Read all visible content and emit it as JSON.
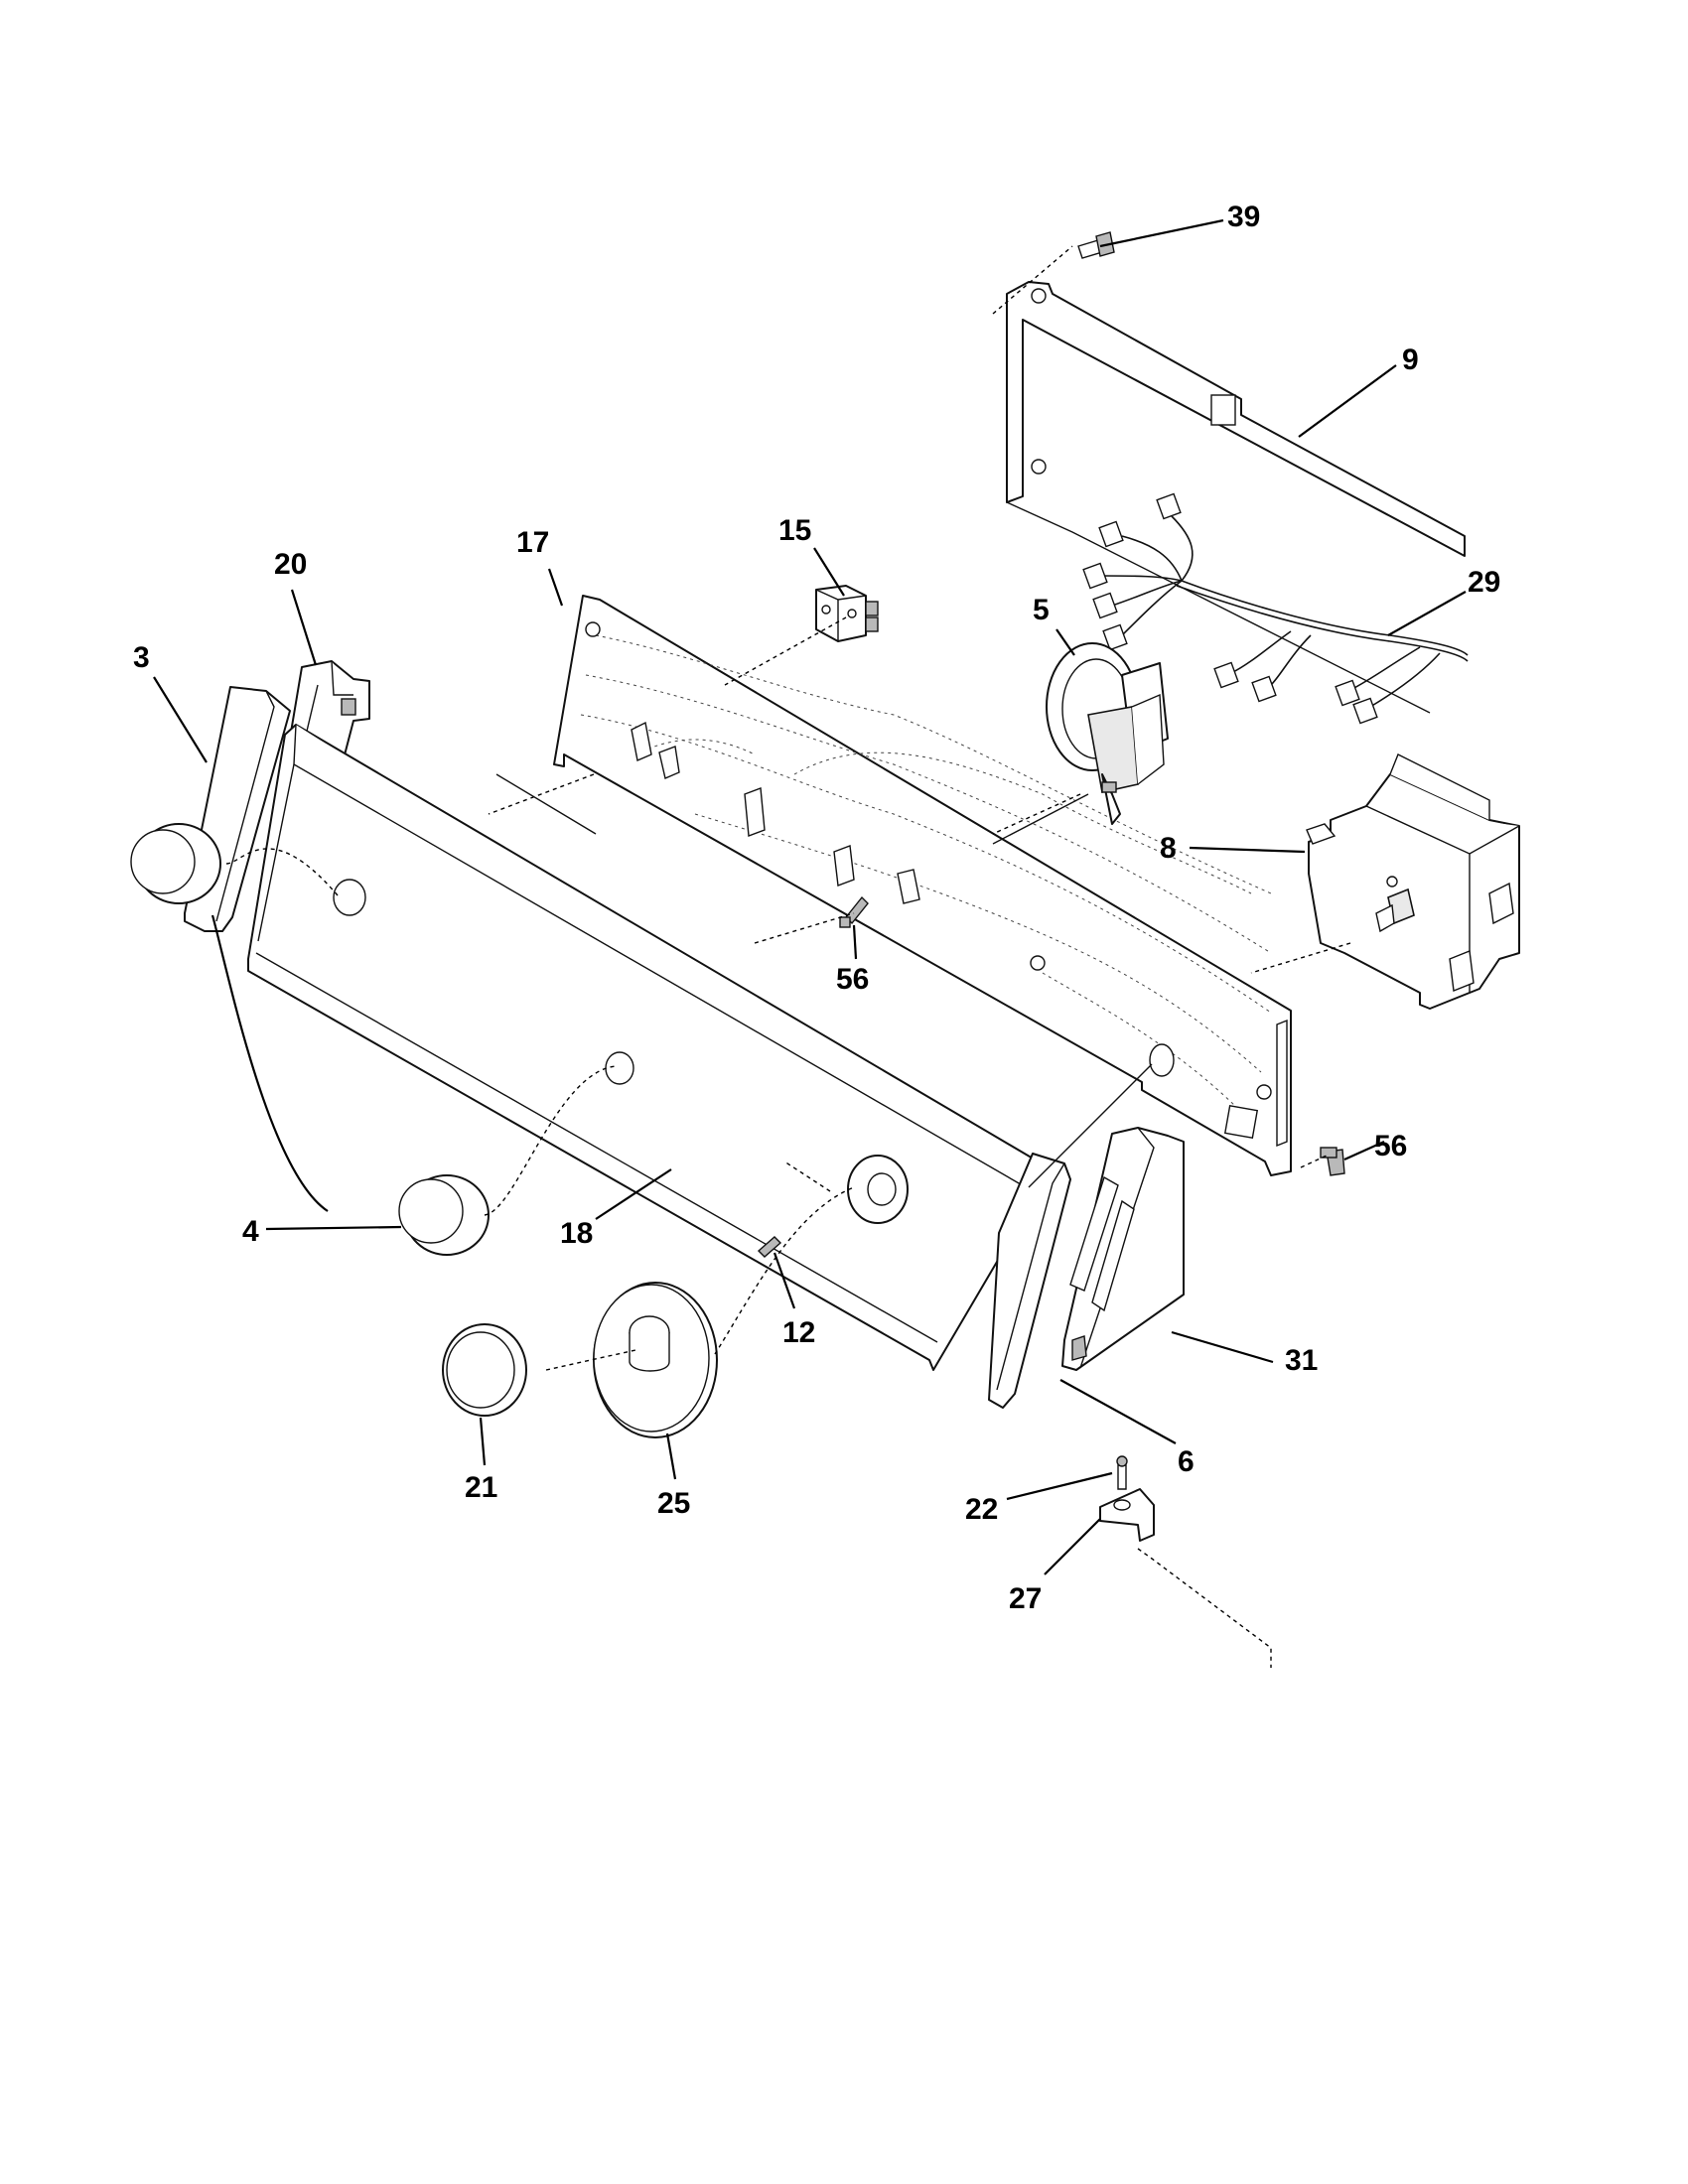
{
  "callouts": {
    "c39": "39",
    "c9": "9",
    "c29": "29",
    "c15": "15",
    "c17": "17",
    "c20": "20",
    "c3": "3",
    "c5": "5",
    "c8": "8",
    "c56a": "56",
    "c56b": "56",
    "c4": "4",
    "c18": "18",
    "c12": "12",
    "c31": "31",
    "c6": "6",
    "c21": "21",
    "c25": "25",
    "c22": "22",
    "c27": "27"
  }
}
